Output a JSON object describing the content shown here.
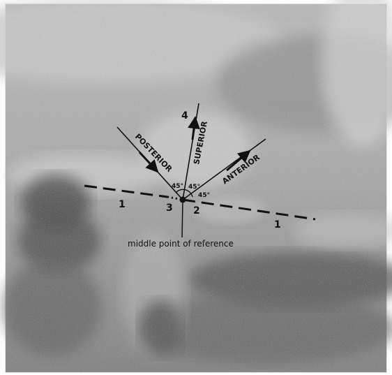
{
  "figure": {
    "axis_labels": {
      "posterior": "POSTERIOR",
      "superior": "SUPERIOR",
      "anterior": "ANTERIOR"
    },
    "angle_labels": [
      "45°",
      "45°",
      "45°"
    ],
    "region_numbers": {
      "left_baseline": "1",
      "right_baseline": "1",
      "posterior_point": "3",
      "anterior_point": "2",
      "superior_point": "4"
    },
    "caption": "middle point of reference",
    "colors": {
      "line": "#111111",
      "background_light": "#cfcfcf",
      "background_dark": "#5a5a5a"
    }
  }
}
